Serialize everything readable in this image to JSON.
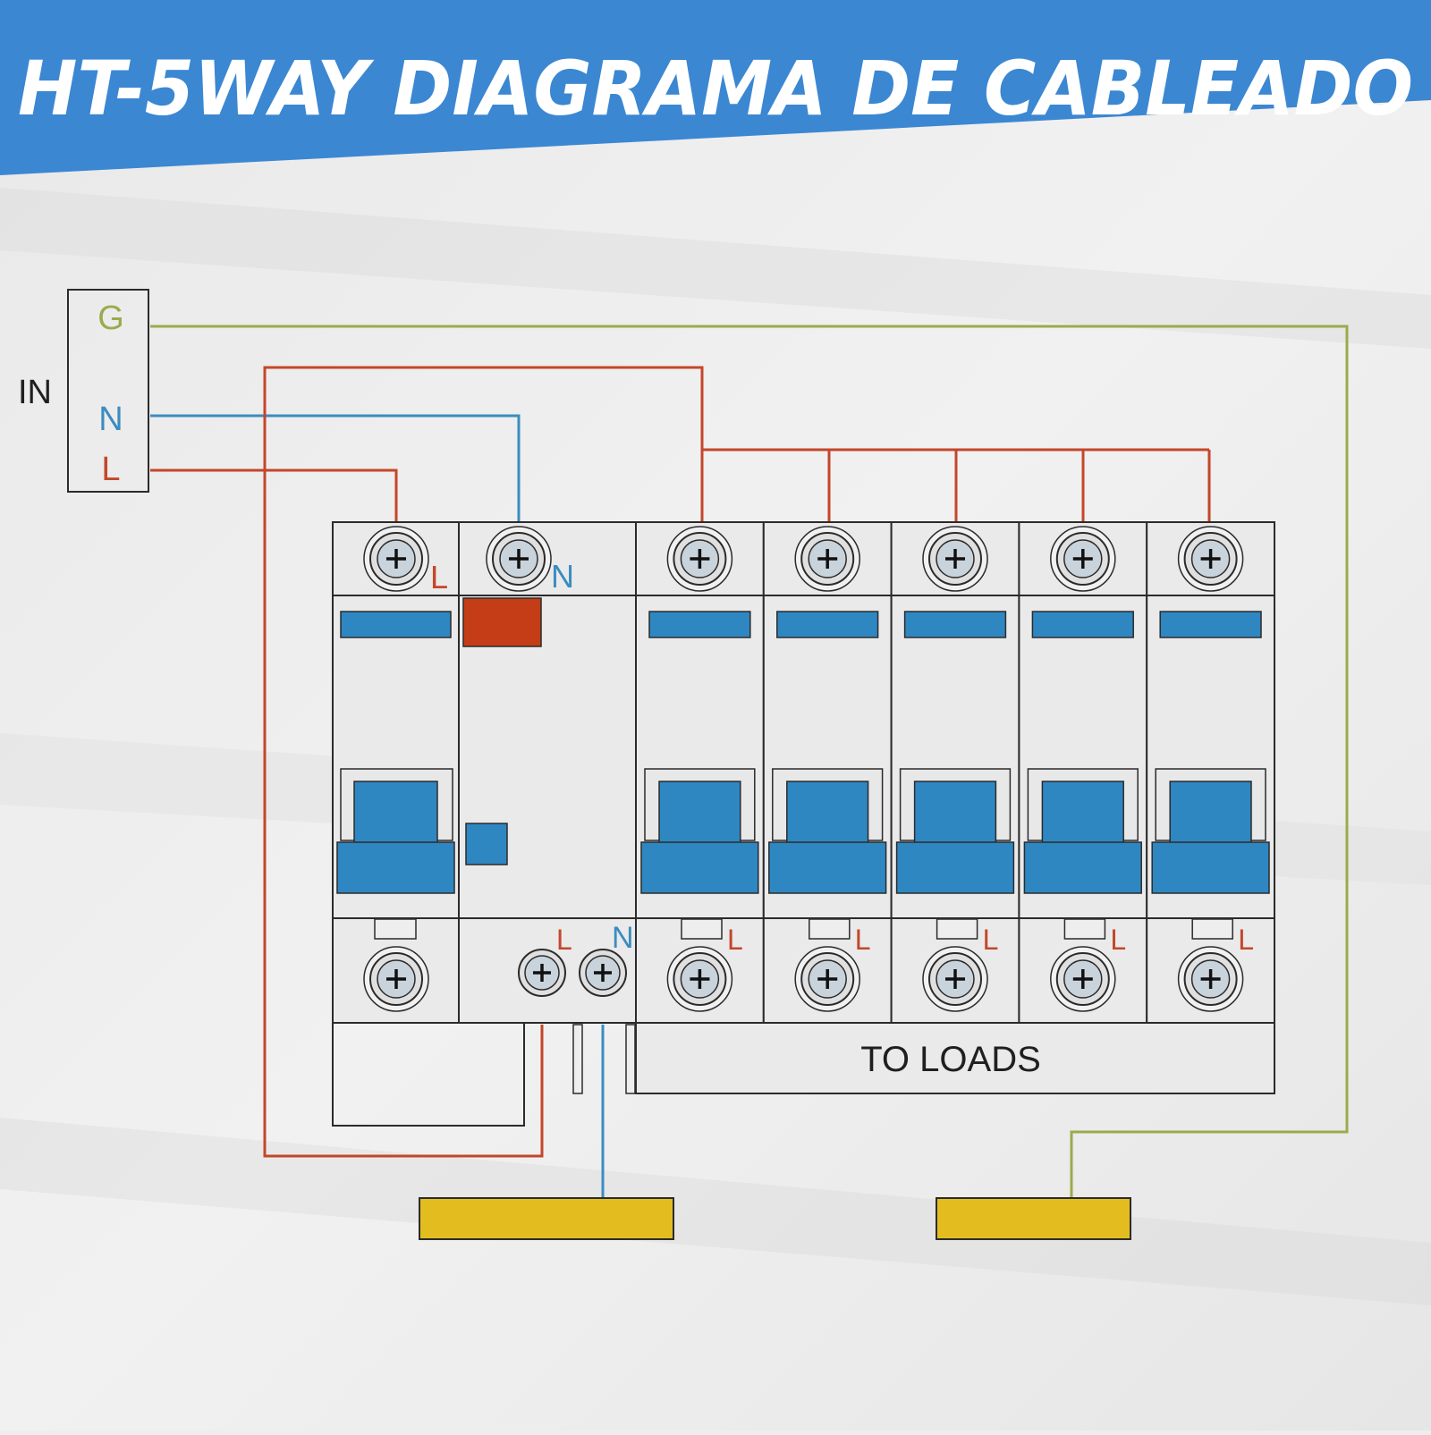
{
  "title": "HT-5WAY DIAGRAMA DE CABLEADO",
  "input_block": {
    "label": "IN",
    "terminals": [
      "G",
      "N",
      "L"
    ]
  },
  "main_breaker": {
    "top_terminal_label": "L"
  },
  "rcd": {
    "top_terminal_label": "N",
    "bottom_terminal_labels": [
      "L",
      "N"
    ]
  },
  "branch_breakers": {
    "count": 5,
    "bottom_terminal_label": "L"
  },
  "output_label": "TO LOADS",
  "colors": {
    "title_band": "#3b87d2",
    "ground": "#9caa4c",
    "neutral": "#3b8cc0",
    "live": "#c4462a",
    "breaker_blue": "#2f87c2",
    "rcd_indicator": "#c43d16",
    "busbar": "#e3bd1f",
    "outline": "#2b2b2b"
  }
}
